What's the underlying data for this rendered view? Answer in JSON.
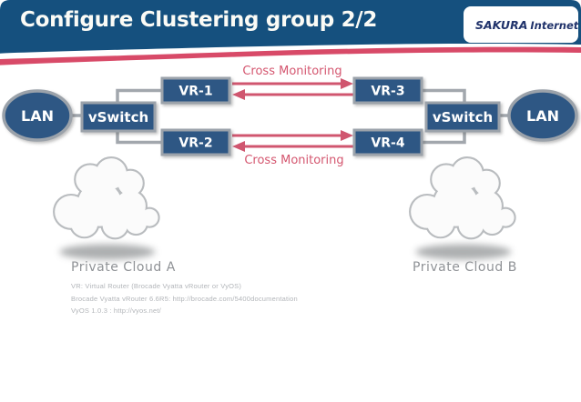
{
  "header": {
    "title": "Configure Clustering group 2/2",
    "logo": {
      "primary": "SAKURA",
      "secondary": "Internet"
    }
  },
  "colors": {
    "header_blue": "#15507e",
    "accent_pink": "#d84a68",
    "arrow_pink": "#d0566f",
    "node_blue": "#2e5784",
    "node_border": "#9ba2aa",
    "connector_gray": "#a2a7ad",
    "cloud_outline": "#b9bcbf",
    "cloud_label_gray": "#8f9296",
    "footnote_gray": "#b2b5b9"
  },
  "diagram": {
    "nodes": {
      "lan_left": "LAN",
      "vswitch_left": "vSwitch",
      "vr1": "VR-1",
      "vr2": "VR-2",
      "vr3": "VR-3",
      "vr4": "VR-4",
      "vswitch_right": "vSwitch",
      "lan_right": "LAN"
    },
    "labels": {
      "cross_monitoring_top": "Cross Monitoring",
      "cross_monitoring_bottom": "Cross Monitoring",
      "cloud_a": "Private Cloud A",
      "cloud_b": "Private Cloud B"
    }
  },
  "footnotes": {
    "line1": "VR: Virtual Router (Brocade Vyatta vRouter or VyOS)",
    "line2": "Brocade Vyatta vRouter 6.6R5: http://brocade.com/5400documentation",
    "line3": "VyOS 1.0.3 : http://vyos.net/"
  }
}
